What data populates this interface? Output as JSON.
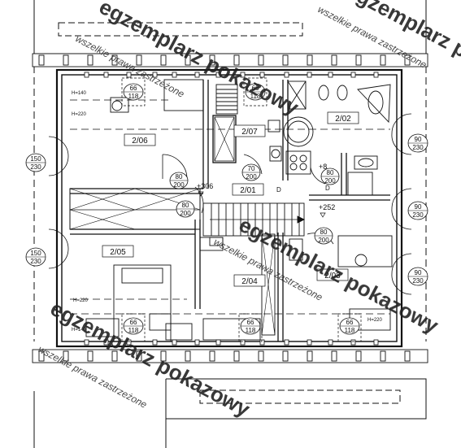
{
  "rooms": [
    {
      "id": "r1",
      "label": "2/06"
    },
    {
      "id": "r2",
      "label": "2/07"
    },
    {
      "id": "r3",
      "label": "2/02"
    },
    {
      "id": "r4",
      "label": "2/01"
    },
    {
      "id": "r5",
      "label": "2/05"
    },
    {
      "id": "r6",
      "label": "2/04"
    },
    {
      "id": "r7",
      "label": "2/03"
    }
  ],
  "windows": [
    {
      "id": "w1",
      "top": "66",
      "bottom": "118"
    },
    {
      "id": "w2",
      "top": "66",
      "bottom": "118"
    },
    {
      "id": "w3",
      "top": "66",
      "bottom": "118"
    },
    {
      "id": "w4",
      "top": "66",
      "bottom": "118"
    },
    {
      "id": "w5",
      "top": "66",
      "bottom": "118"
    }
  ],
  "doors": [
    {
      "id": "d1",
      "top": "80",
      "bottom": "200"
    },
    {
      "id": "d2",
      "top": "70",
      "bottom": "200"
    },
    {
      "id": "d3",
      "top": "80",
      "bottom": "200"
    },
    {
      "id": "d4",
      "top": "80",
      "bottom": "200"
    },
    {
      "id": "d5",
      "top": "80",
      "bottom": "200"
    }
  ],
  "roof_windows": [
    {
      "id": "c1",
      "top": "150",
      "bottom": "230"
    },
    {
      "id": "c2",
      "top": "150",
      "bottom": "230"
    },
    {
      "id": "c3",
      "top": "90",
      "bottom": "230"
    },
    {
      "id": "c4",
      "top": "90",
      "bottom": "230"
    }
  ],
  "levels": [
    {
      "id": "lv1",
      "text": "+306"
    },
    {
      "id": "lv2",
      "text": "+252"
    },
    {
      "id": "lv3",
      "text": "+8"
    }
  ],
  "heights": [
    {
      "id": "h1",
      "text": "H=140"
    },
    {
      "id": "h2",
      "text": "H=220"
    },
    {
      "id": "h3",
      "text": "H=220"
    },
    {
      "id": "h4",
      "text": "H=140"
    },
    {
      "id": "h5",
      "text": "H=220"
    }
  ],
  "letter_d": "D",
  "watermark": {
    "primary": "egzemplarz pokazowy",
    "secondary": "wszelkie prawa zastrzeżone"
  },
  "colors": {
    "line": "#111111",
    "background": "#ffffff"
  }
}
